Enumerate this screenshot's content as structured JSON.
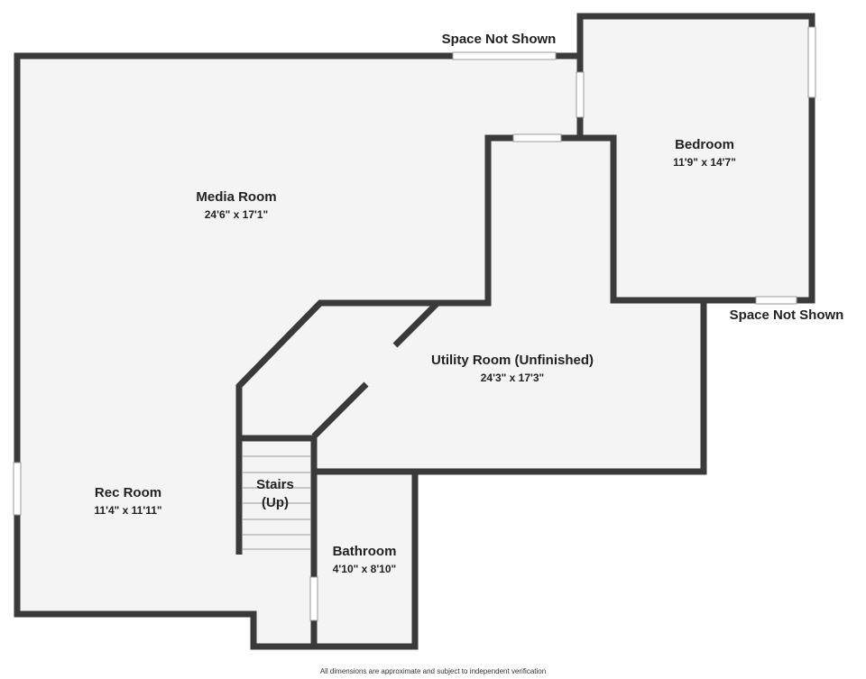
{
  "rooms": {
    "media_room": {
      "name": "Media Room",
      "dimensions": "24'6\" x 17'1\""
    },
    "bedroom": {
      "name": "Bedroom",
      "dimensions": "11'9\" x 14'7\""
    },
    "utility_room": {
      "name": "Utility Room (Unfinished)",
      "dimensions": "24'3\" x 17'3\""
    },
    "rec_room": {
      "name": "Rec Room",
      "dimensions": "11'4\" x 11'11\""
    },
    "stairs": {
      "name_line1": "Stairs",
      "name_line2": "(Up)"
    },
    "bathroom": {
      "name": "Bathroom",
      "dimensions": "4'10\" x 8'10\""
    }
  },
  "labels": {
    "space_not_shown_top": "Space Not Shown",
    "space_not_shown_right": "Space Not Shown"
  },
  "footer_note": "All dimensions are approximate and subject to independent verification",
  "colors": {
    "wall": "#3a3a3a",
    "floor": "#f4f4f4",
    "text": "#222222"
  }
}
